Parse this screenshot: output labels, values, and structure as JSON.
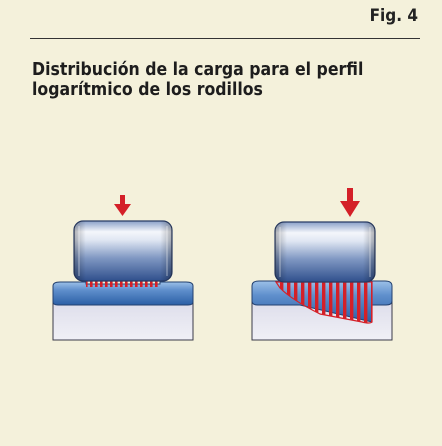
{
  "figure": {
    "label": "Fig. 4"
  },
  "title": {
    "line1": "Distribución de la carga para el perfil",
    "line2": "logarítmico de los rodillos"
  },
  "colors": {
    "background": "#f4f1db",
    "arrow": "#d42028",
    "load_stripes": "#d42028",
    "roller_blue": "#6d86b4",
    "raceway_blue": "#3b6fb0",
    "housing": "#e7e7f0"
  }
}
